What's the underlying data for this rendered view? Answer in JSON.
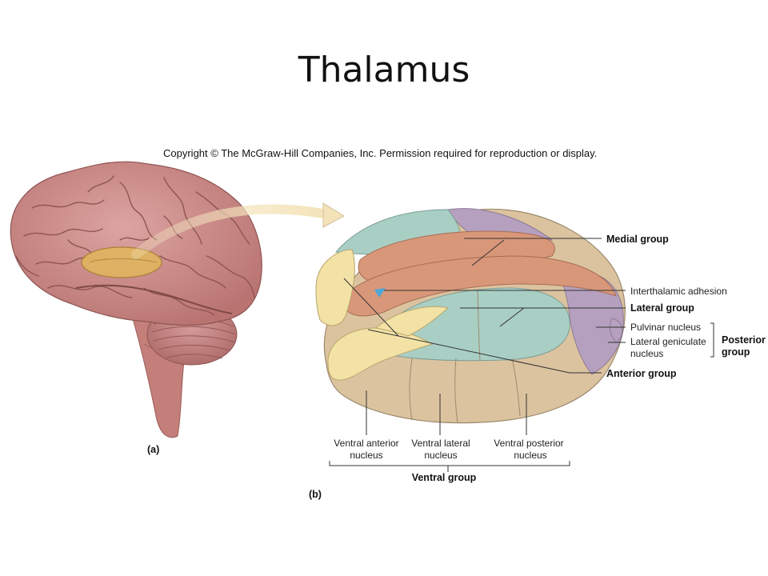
{
  "title": "Thalamus",
  "copyright": "Copyright © The McGraw-Hill Companies, Inc. Permission required for reproduction or display.",
  "panel_a": {
    "label": "(a)"
  },
  "panel_b": {
    "label": "(b)",
    "labels": {
      "medial_group": "Medial group",
      "interthalamic_adhesion": "Interthalamic adhesion",
      "lateral_group": "Lateral group",
      "pulvinar_nucleus": "Pulvinar nucleus",
      "lateral_geniculate_1": "Lateral geniculate",
      "lateral_geniculate_2": "nucleus",
      "posterior_group_1": "Posterior",
      "posterior_group_2": "group",
      "anterior_group": "Anterior group",
      "ventral_anterior_1": "Ventral anterior",
      "ventral_anterior_2": "nucleus",
      "ventral_lateral_1": "Ventral lateral",
      "ventral_lateral_2": "nucleus",
      "ventral_posterior_1": "Ventral posterior",
      "ventral_posterior_2": "nucleus",
      "ventral_group": "Ventral group"
    }
  },
  "colors": {
    "brain": "#c98a88",
    "thalamus_highlight": "#d9b160",
    "medial": "#d9977a",
    "lateral": "#a9cfc4",
    "anterior": "#f3e2a6",
    "ventral": "#dcc39f",
    "posterior": "#b6a0c0"
  }
}
